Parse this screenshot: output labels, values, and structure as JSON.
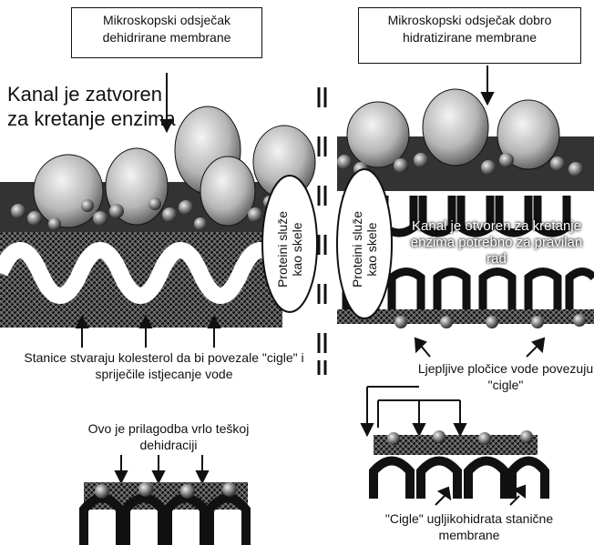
{
  "left": {
    "box_title": "Mikroskopski odsječak dehidrirane membrane",
    "channel_closed": "Kanal je zatvoren za kretanje enzima",
    "proteins_label": "Proteini služe kao skele",
    "cholesterol_label": "Stanice stvaraju kolesterol da bi povezale \"cigle\" i spriječile istjecanje vode",
    "adaptation_label": "Ovo je prilagodba vrlo teškoj dehidraciji"
  },
  "right": {
    "box_title": "Mikroskopski odsječak dobro hidratizirane membrane",
    "channel_open": "Kanal je otvoren za kretanje enzima potrebno za pravilan rad",
    "proteins_label": "Proteini služe kao skele",
    "water_plates_label": "Ljepljive pločice vode povezuju \"cigle\"",
    "bricks_label": "\"Cigle\" ugljikohidrata stanične membrane"
  }
}
